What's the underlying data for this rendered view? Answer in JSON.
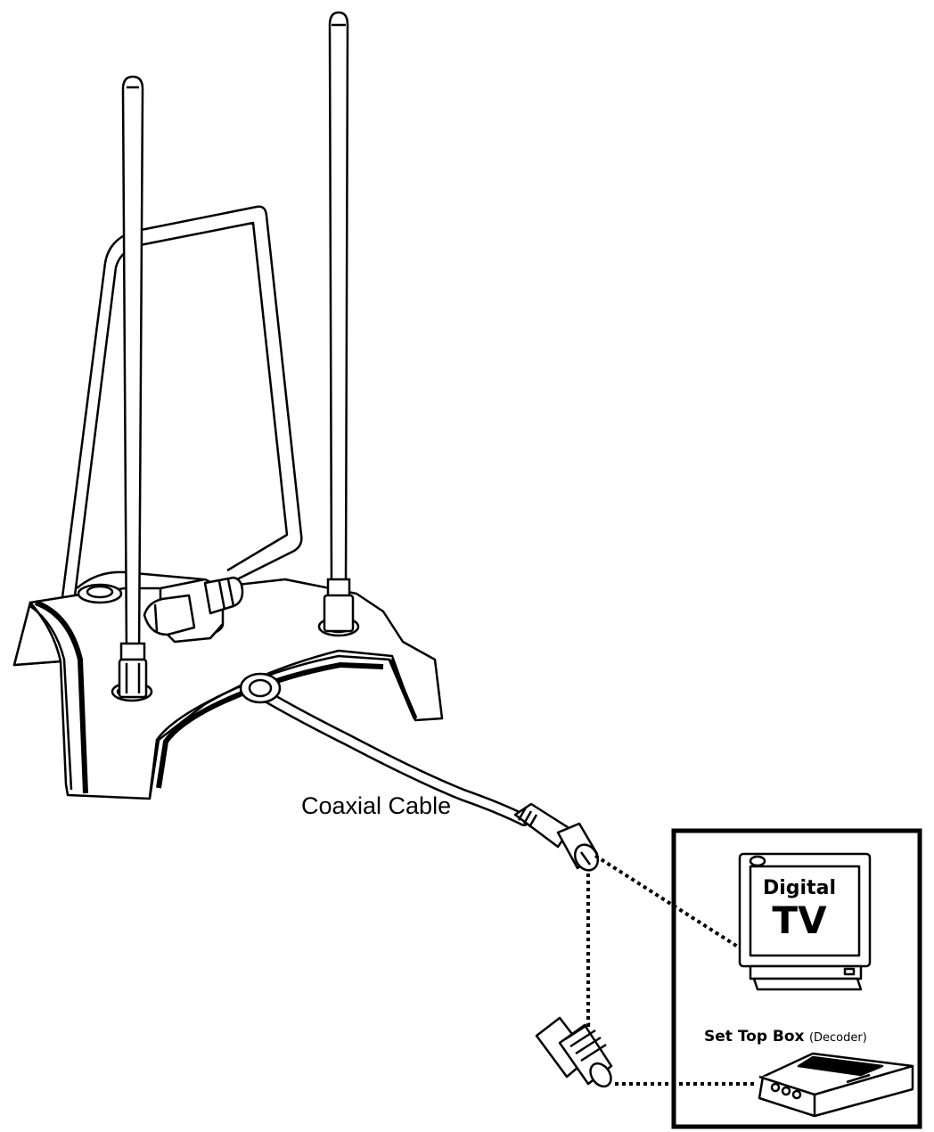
{
  "labels": {
    "cable": "Coaxial Cable",
    "tv_line1": "Digital",
    "tv_line2": "TV",
    "stb_title": "Set Top Box",
    "stb_sub": "(Decoder)"
  },
  "colors": {
    "line": "#000000",
    "background": "#ffffff"
  }
}
